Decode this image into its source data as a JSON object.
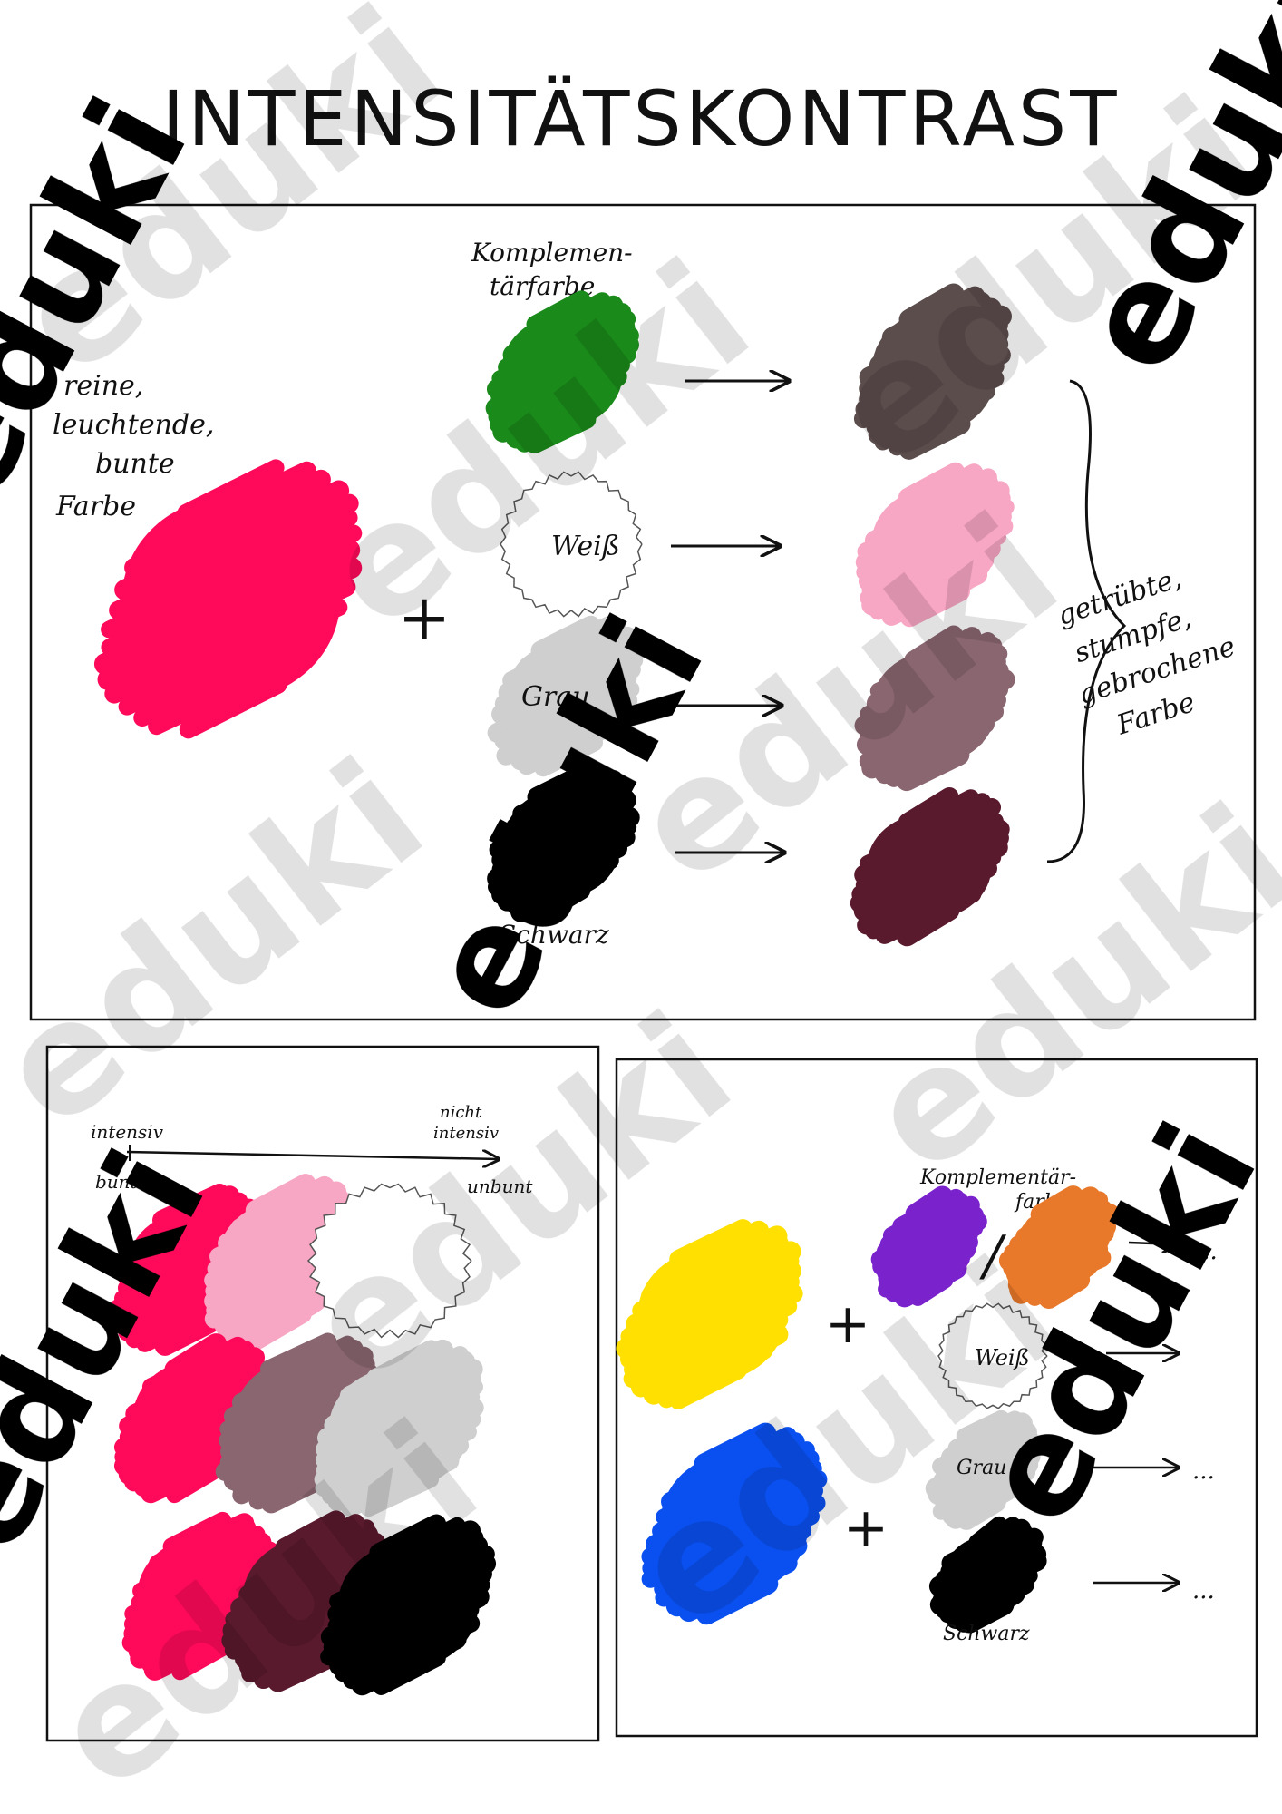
{
  "title": "INTENSITÄTSKONTRAST",
  "panel_top": {
    "label_pure_lines": [
      "reine,",
      "leuchtende,",
      "bunte",
      "Farbe"
    ],
    "plus": "+",
    "label_complement_lines": [
      "Komplemen-",
      "tärfarbe"
    ],
    "label_white": "Weiß",
    "label_gray": "Grau",
    "label_black": "Schwarz",
    "label_result_lines": [
      "getrübte,",
      "stumpfe,",
      "gebrochene",
      "Farbe"
    ]
  },
  "panel_left": {
    "label_intensive": "intensiv",
    "label_not_intensive_lines": [
      "nicht",
      "intensiv"
    ],
    "label_colorful": "bunt",
    "label_not_colorful": "unbunt"
  },
  "panel_right": {
    "plus": "+",
    "label_complement_lines": [
      "Komplementär-",
      "farbe"
    ],
    "slash": "/",
    "label_white": "Weiß",
    "label_gray": "Grau",
    "label_black": "Schwarz",
    "ellipsis": "..."
  },
  "watermark": "eduki",
  "colors": {
    "pink": "#ff0a5a",
    "green": "#1a8a1a",
    "gray": "#cfcfcf",
    "black": "#000000",
    "brownish_gray": "#5c4d4d",
    "light_pink": "#f7a6c3",
    "mauve": "#8a6670",
    "dark_burgundy": "#5a1a2e",
    "yellow": "#ffe000",
    "blue": "#0a50f0",
    "purple": "#7a22cc",
    "orange": "#e8782a"
  }
}
